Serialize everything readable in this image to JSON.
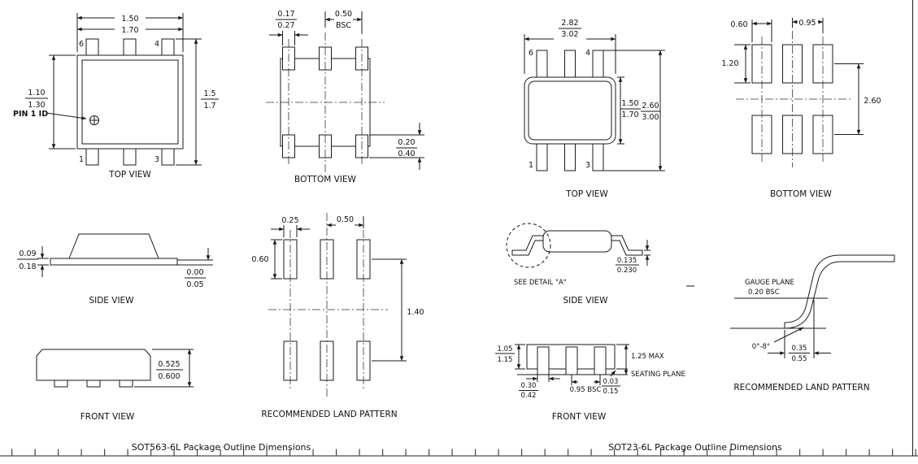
{
  "captions": {
    "left": "SOT563-6L Package Outline Dimensions",
    "right": "SOT23-6L Package Outline Dimensions"
  },
  "sot563": {
    "top_view": {
      "label": "TOP VIEW",
      "pin1_id": "PIN 1 ID",
      "pin_top_left": "6",
      "pin_top_right": "4",
      "pin_bottom_left": "1",
      "pin_bottom_right": "3",
      "width_min": "1.50",
      "width_max": "1.70",
      "body_height_min": "1.10",
      "body_height_max": "1.30",
      "overall_min": "1.5",
      "overall_max": "1.7"
    },
    "bottom_view": {
      "label": "BOTTOM VIEW",
      "pad_width_min": "0.17",
      "pad_width_max": "0.27",
      "pitch": "0.50",
      "pitch_note": "BSC",
      "pad_len_min": "0.20",
      "pad_len_max": "0.40"
    },
    "side_view": {
      "label": "SIDE VIEW",
      "thickness_min": "0.09",
      "thickness_max": "0.18",
      "standoff_min": "0.00",
      "standoff_max": "0.05"
    },
    "front_view": {
      "label": "FRONT VIEW",
      "height_min": "0.525",
      "height_max": "0.600"
    },
    "land_pattern": {
      "label": "RECOMMENDED LAND PATTERN",
      "pad_width": "0.25",
      "pitch": "0.50",
      "pad_height": "0.60",
      "row_pitch": "1.40"
    }
  },
  "sot23": {
    "top_view": {
      "label": "TOP VIEW",
      "pin_top_left": "6",
      "pin_top_right": "4",
      "pin_bottom_left": "1",
      "pin_bottom_right": "3",
      "width_min": "2.82",
      "width_max": "3.02",
      "body_height_min": "1.50",
      "body_height_max": "1.70",
      "overall_min": "2.60",
      "overall_max": "3.00"
    },
    "bottom_view": {
      "label": "BOTTOM VIEW",
      "pad_width": "0.60",
      "pitch": "0.95",
      "pad_height": "1.20",
      "row_pitch": "2.60"
    },
    "side_view": {
      "label": "SIDE VIEW",
      "detail_note": "SEE DETAIL \"A\"",
      "lead_thk_min": "0.135",
      "lead_thk_max": "0.230"
    },
    "front_view": {
      "label": "FRONT VIEW",
      "body_h_min": "1.05",
      "body_h_max": "1.15",
      "lead_w_min": "0.30",
      "lead_w_max": "0.42",
      "pitch": "0.95 BSC",
      "standoff_min": "0.03",
      "standoff_max": "0.15",
      "max_height": "1.25 MAX",
      "seating": "SEATING PLANE"
    },
    "detail": {
      "label": "RECOMMENDED LAND PATTERN",
      "gauge": "GAUGE PLANE",
      "gauge_dim": "0.20 BSC",
      "angle": "0°-8°",
      "foot_min": "0.35",
      "foot_max": "0.55"
    }
  }
}
